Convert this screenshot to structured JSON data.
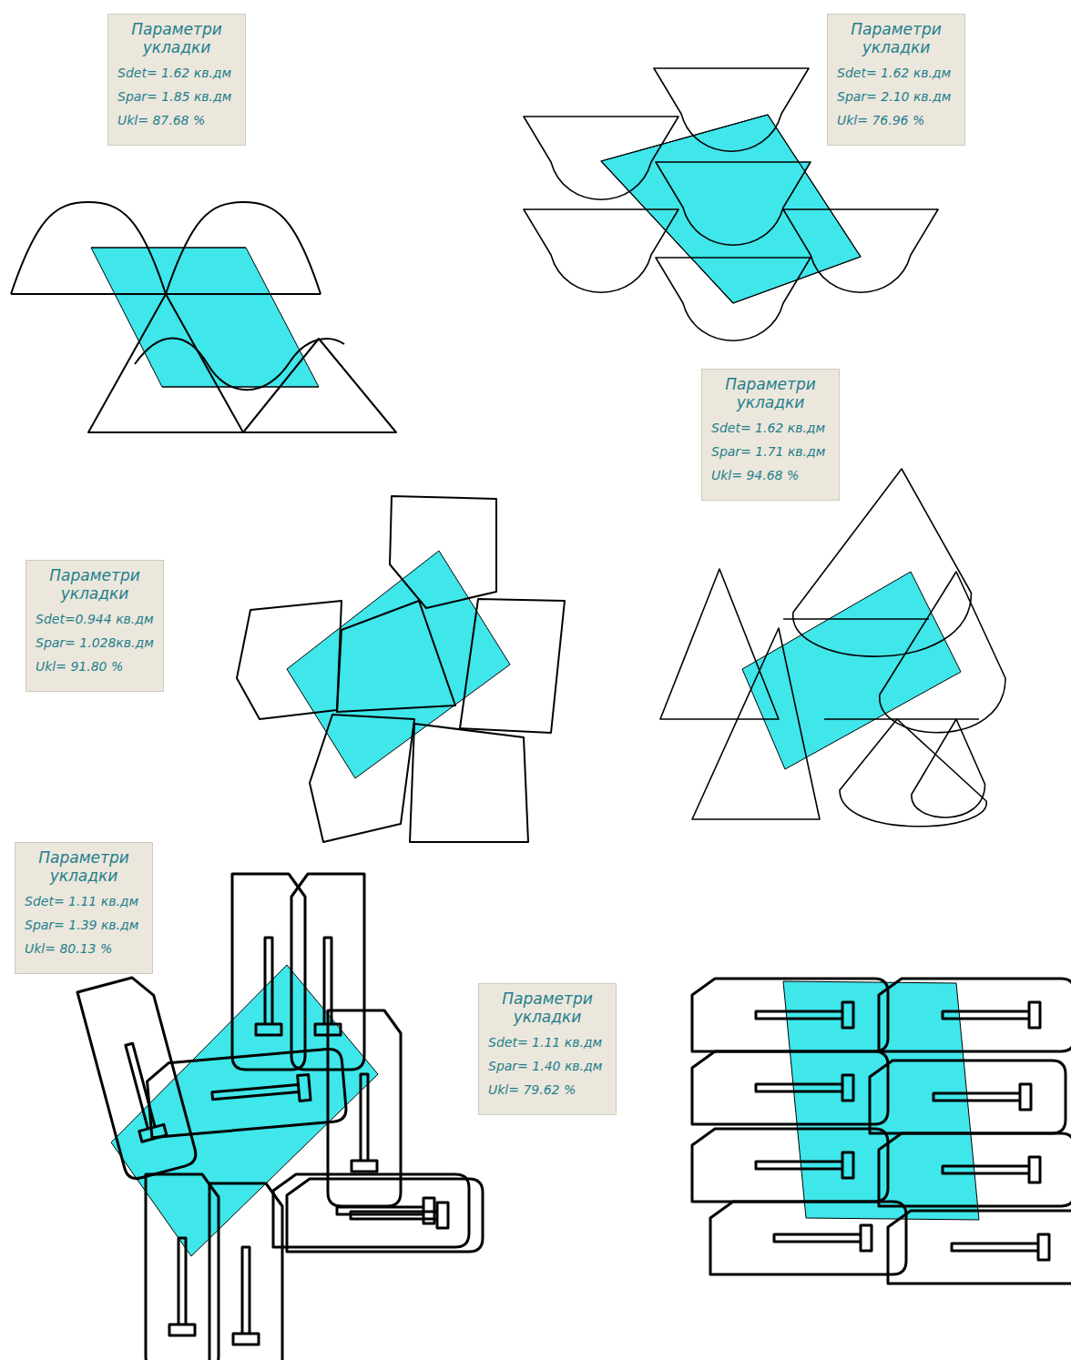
{
  "diagram": {
    "nodes": [
      {
        "text": [
          "Параметри укладки",
          "Sdet= 1.62 кв.дм",
          "Spar= 1.85 кв.дм",
          "Ukl= 87.68 %"
        ]
      },
      {
        "text": [
          "Параметри укладки",
          "Sdet= 1.62 кв.дм",
          "Spar= 2.10 кв.дм",
          "Ukl= 76.96 %"
        ]
      },
      {
        "text": [
          "Параметри укладки",
          "Sdet= 1.62 кв.дм",
          "Spar= 1.71 кв.дм",
          "Ukl= 94.68 %"
        ]
      },
      {
        "text": [
          "Параметри укладки",
          "Sdet=0.944 кв.дм",
          "Spar= 1.028кв.дм",
          "Ukl= 91.80 %"
        ]
      },
      {
        "text": [
          "Параметри укладки",
          "Sdet= 1.11 кв.дм",
          "Spar= 1.39 кв.дм",
          "Ukl= 80.13 %"
        ]
      },
      {
        "text": [
          "Параметри укладки",
          "Sdet= 1.11 кв.дм",
          "Spar= 1.40 кв.дм",
          "Ukl= 79.62 %"
        ]
      }
    ]
  }
}
